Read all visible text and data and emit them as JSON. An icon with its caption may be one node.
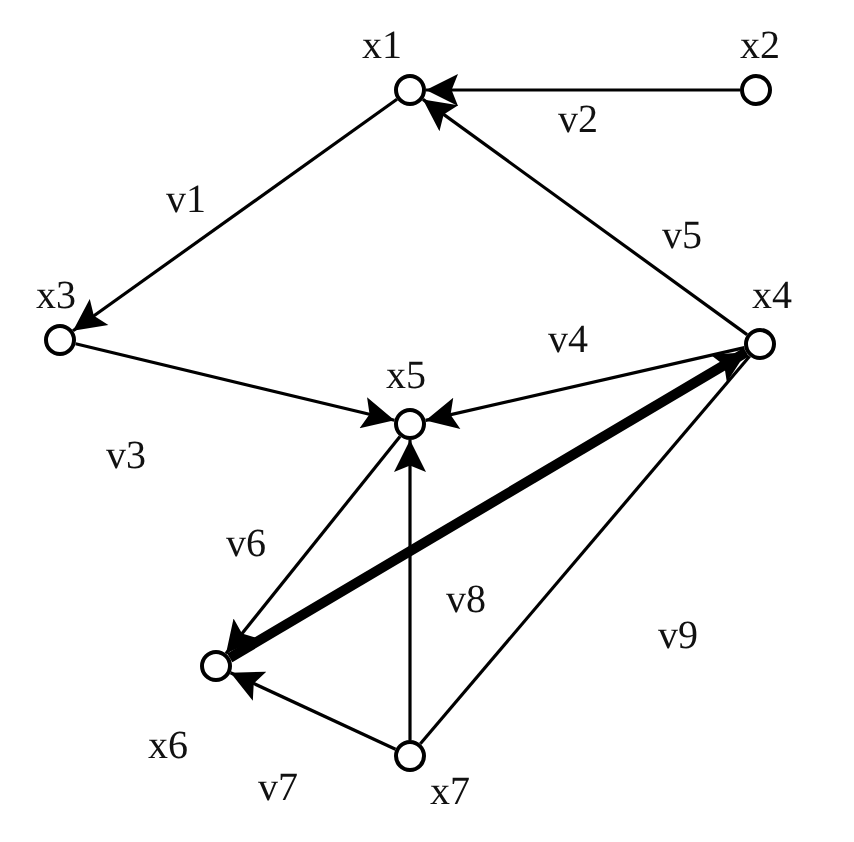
{
  "diagram": {
    "nodes": [
      {
        "text": [
          "x1"
        ]
      },
      {
        "text": [
          "x2"
        ]
      },
      {
        "text": [
          "x3"
        ]
      },
      {
        "text": [
          "x4"
        ]
      },
      {
        "text": [
          "x5"
        ]
      },
      {
        "text": [
          "x6"
        ]
      },
      {
        "text": [
          "x7"
        ]
      }
    ],
    "edges": [
      {
        "from": 0,
        "to": 2,
        "arrow": "to",
        "label": "v1"
      },
      {
        "from": 1,
        "to": 0,
        "arrow": "to",
        "label": "v2"
      },
      {
        "from": 2,
        "to": 4,
        "arrow": "to",
        "label": "v3"
      },
      {
        "from": 3,
        "to": 4,
        "arrow": "to",
        "label": "v4"
      },
      {
        "from": 3,
        "to": 0,
        "arrow": "to",
        "label": "v5"
      },
      {
        "from": 4,
        "to": 5,
        "arrow": "to",
        "label": "v6"
      },
      {
        "from": 6,
        "to": 5,
        "arrow": "to",
        "label": "v7"
      },
      {
        "from": 6,
        "to": 4,
        "arrow": "to",
        "label": "v8"
      },
      {
        "from": 5,
        "to": 3,
        "arrow": "to",
        "style": "thick"
      },
      {
        "from": 6,
        "to": 3,
        "arrow": "none",
        "label": "v9"
      }
    ]
  }
}
